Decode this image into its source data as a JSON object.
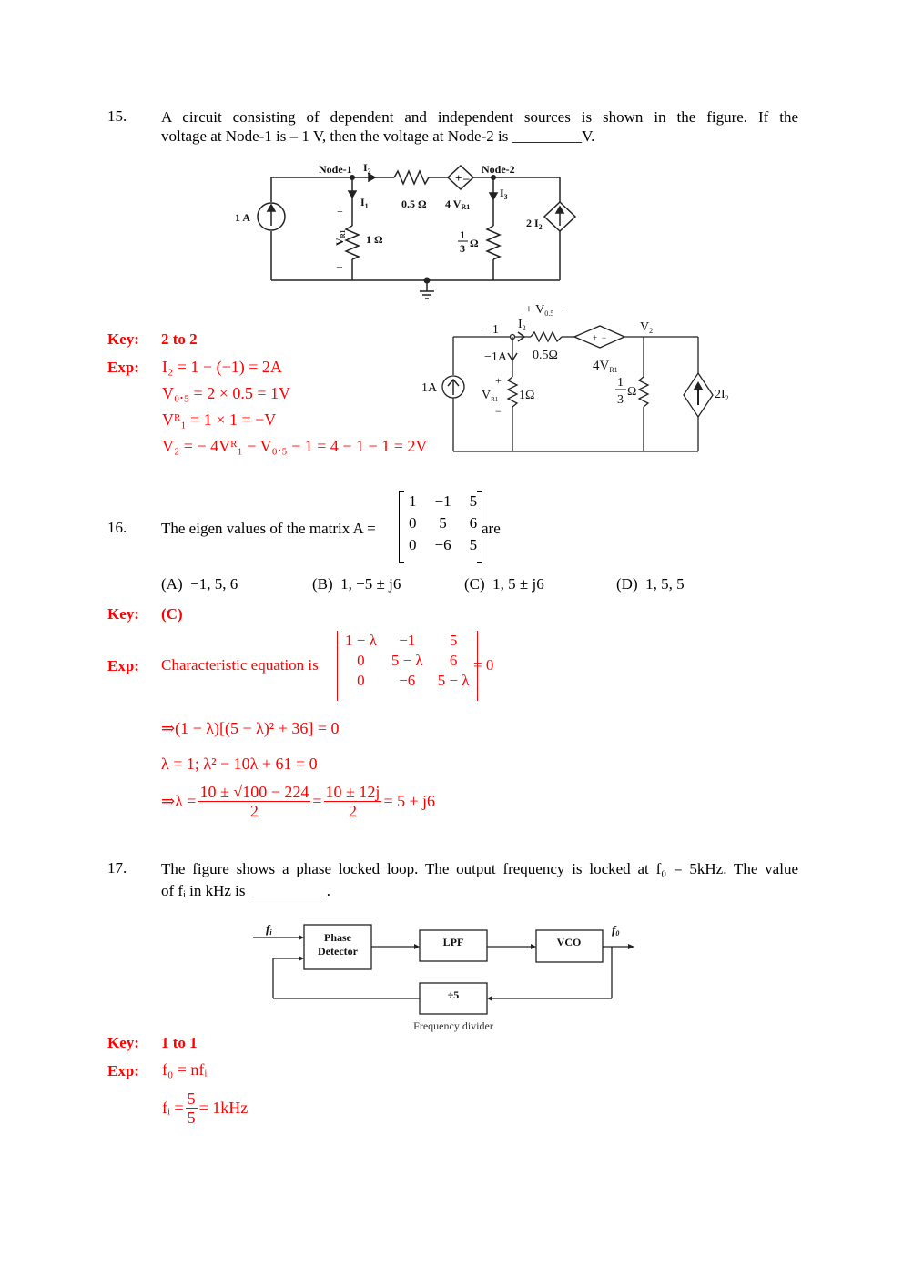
{
  "questions": [
    {
      "number": "15.",
      "text_line1": "A circuit consisting of dependent and independent sources is shown in the figure. If the",
      "text_line2": "voltage at Node-1 is – 1 V, then the voltage at Node-2 is _________V.",
      "figure": {
        "node1_label": "Node-1",
        "node2_label": "Node-2",
        "source_label": "1 A",
        "i1": "I",
        "i1_sub": "1",
        "i2": "I",
        "i2_sub": "2",
        "i3": "I",
        "i3_sub": "3",
        "r_half": "0.5 Ω",
        "r_one": "1 Ω",
        "r_third_num": "1",
        "r_third_den": "3",
        "r_third_unit": "Ω",
        "vsrc_label": "4 V",
        "vsrc_sub": "R1",
        "csrc_label": "2 I",
        "csrc_sub": "2",
        "vr1": "V",
        "vr1_sub": "R1",
        "plus": "+",
        "minus": "–"
      },
      "key_label": "Key:",
      "key_value": "2 to 2",
      "exp_label": "Exp:",
      "exp_lines": [
        "I₂ = 1 − (−1) = 2A",
        "V₀.₅ = 2 × 0.5 = 1V",
        "Vᴿ₁ = 1 × 1 = −V",
        "V₂ = − 4Vᴿ₁ − V₀.₅ − 1 = 4 − 1 − 1 = 2V"
      ],
      "solution_figure": {
        "v05_label": "+ V",
        "v05_sub": "0.5",
        "v05_minus": "−",
        "node1_value": "−1",
        "i2": "I",
        "i2_sub": "2",
        "v2": "V",
        "v2_sub": "2",
        "i1_value": "−1A",
        "r_half": "0.5Ω",
        "vsrc": "4V",
        "vsrc_sub": "R1",
        "source": "1A",
        "vr1": "V",
        "vr1_sub": "R1",
        "r_one": "1Ω",
        "r_third_num": "1",
        "r_third_den": "3",
        "r_third_unit": "Ω",
        "csrc": "2I",
        "csrc_sub": "2",
        "plus": "+",
        "minus": "−"
      }
    },
    {
      "number": "16.",
      "text_before": "The eigen values of the matrix  A =",
      "text_after": "are",
      "matrix": [
        [
          "1",
          "−1",
          "5"
        ],
        [
          "0",
          "5",
          "6"
        ],
        [
          "0",
          "−6",
          "5"
        ]
      ],
      "options": [
        {
          "label": "(A)",
          "value": "−1, 5, 6"
        },
        {
          "label": "(B)",
          "value": "1, −5 ± j6"
        },
        {
          "label": "(C)",
          "value": "1, 5 ± j6"
        },
        {
          "label": "(D)",
          "value": "1, 5, 5"
        }
      ],
      "key_label": "Key:",
      "key_value": "(C)",
      "exp_label": "Exp:",
      "exp_intro": "Characteristic equation is",
      "det_matrix": [
        [
          "1 − λ",
          "−1",
          "5"
        ],
        [
          "0",
          "5 − λ",
          "6"
        ],
        [
          "0",
          "−6",
          "5 − λ"
        ]
      ],
      "det_equals": "= 0",
      "exp_line1": "⇒(1 − λ)[(5 − λ)² + 36] = 0",
      "exp_line2": "λ = 1;  λ² − 10λ + 61 = 0",
      "exp_line3_prefix": "⇒λ =",
      "exp_line3_frac1_num": "10 ± √100 − 224",
      "exp_line3_frac1_den": "2",
      "exp_line3_eq": "=",
      "exp_line3_frac2_num": "10 ± 12j",
      "exp_line3_frac2_den": "2",
      "exp_line3_result": "= 5 ± j6"
    },
    {
      "number": "17.",
      "text_line1": "The figure shows a phase locked loop. The output frequency is locked at  f₀ = 5kHz.  The value",
      "text_line2": "of fᵢ in kHz is __________.",
      "figure": {
        "input_label": "f",
        "input_sub": "i",
        "output_label": "f",
        "output_sub": "0",
        "block_pd_line1": "Phase",
        "block_pd_line2": "Detector",
        "block_lpf": "LPF",
        "block_vco": "VCO",
        "block_div": "÷5",
        "div_caption": "Frequency divider"
      },
      "key_label": "Key:",
      "key_value": "1 to 1",
      "exp_label": "Exp:",
      "exp_line1": "f₀ = nfᵢ",
      "exp_line2_prefix": "fᵢ =",
      "exp_line2_num": "5",
      "exp_line2_den": "5",
      "exp_line2_result": "= 1kHz"
    }
  ],
  "colors": {
    "answer_red": "#ff0000",
    "text_black": "#000000"
  }
}
